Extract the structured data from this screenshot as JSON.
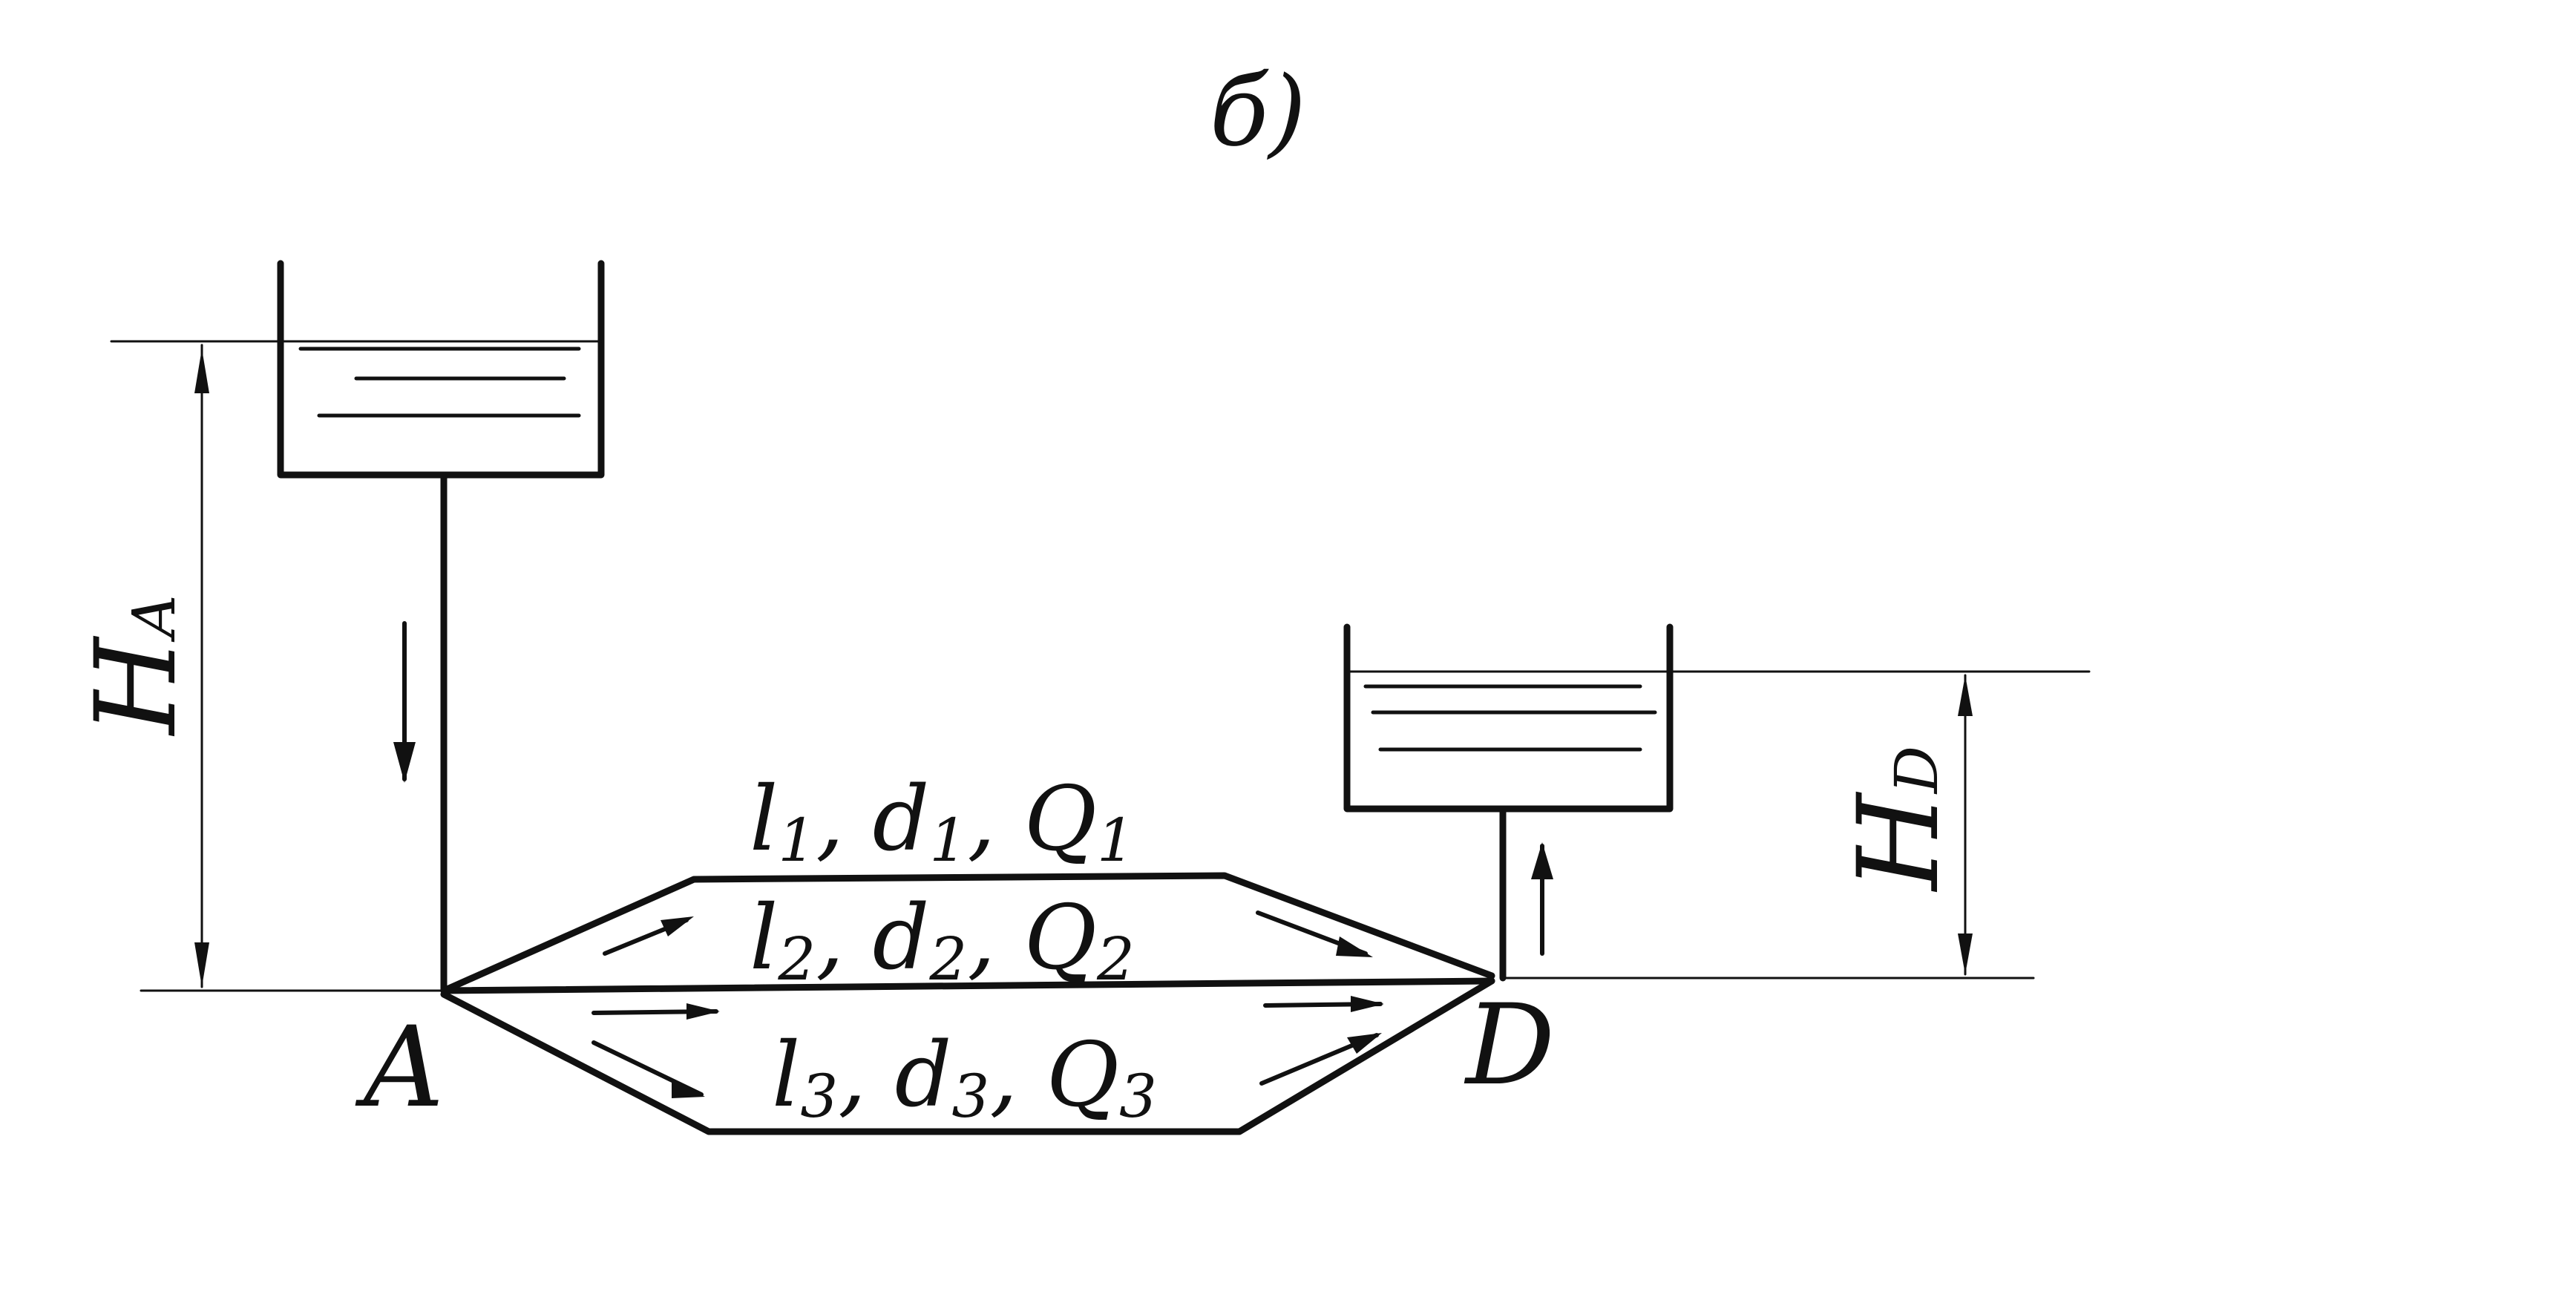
{
  "figure": {
    "title": "б)",
    "nodes": {
      "a": "A",
      "d": "D"
    },
    "heights": {
      "ha_main": "H",
      "ha_sub": "A",
      "hd_main": "H",
      "hd_sub": "D"
    },
    "pipes": [
      {
        "l": "l",
        "d": "d",
        "q": "Q",
        "index": "1"
      },
      {
        "l": "l",
        "d": "d",
        "q": "Q",
        "index": "2"
      },
      {
        "l": "l",
        "d": "d",
        "q": "Q",
        "index": "3"
      }
    ]
  }
}
